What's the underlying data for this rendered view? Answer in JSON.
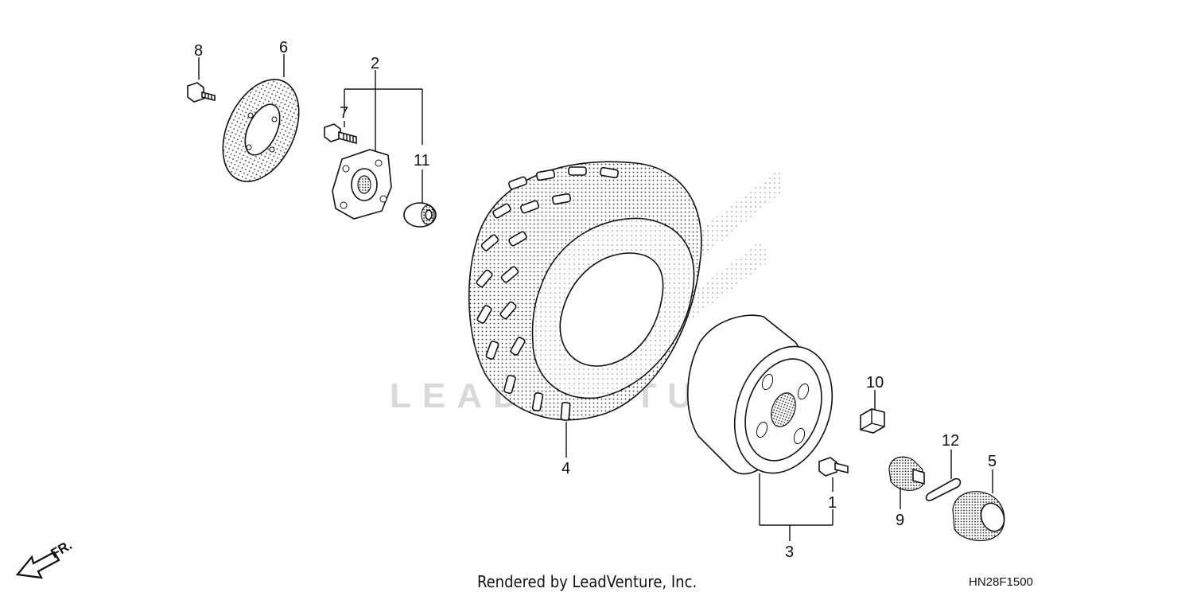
{
  "diagram": {
    "callouts": [
      {
        "id": "c1",
        "label": "1"
      },
      {
        "id": "c2",
        "label": "2"
      },
      {
        "id": "c3",
        "label": "3"
      },
      {
        "id": "c4",
        "label": "4"
      },
      {
        "id": "c5",
        "label": "5"
      },
      {
        "id": "c6",
        "label": "6"
      },
      {
        "id": "c7",
        "label": "7"
      },
      {
        "id": "c8",
        "label": "8"
      },
      {
        "id": "c9",
        "label": "9"
      },
      {
        "id": "c10",
        "label": "10"
      },
      {
        "id": "c11",
        "label": "11"
      },
      {
        "id": "c12",
        "label": "12"
      }
    ],
    "front_indicator": "FR.",
    "footer": "Rendered by LeadVenture, Inc.",
    "diagram_code": "HN28F1500",
    "watermark": "LEADVENTURE"
  }
}
